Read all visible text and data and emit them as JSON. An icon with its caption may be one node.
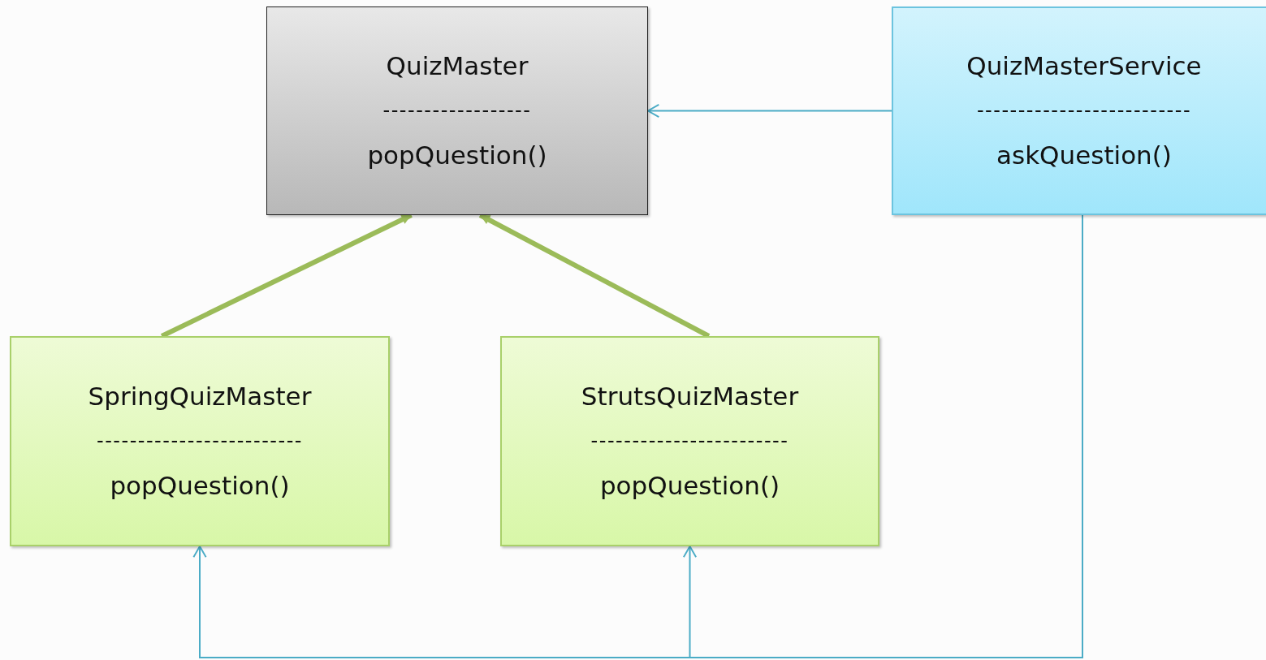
{
  "diagram": {
    "nodes": [
      {
        "text": [
          "QuizMaster",
          "------------------",
          "popQuestion()"
        ]
      },
      {
        "text": [
          "QuizMasterService",
          "--------------------------",
          "askQuestion()"
        ]
      },
      {
        "text": [
          "SpringQuizMaster",
          "-------------------------",
          "popQuestion()"
        ]
      },
      {
        "text": [
          "StrutsQuizMaster",
          "------------------------",
          "popQuestion()"
        ]
      }
    ],
    "edges": [
      {
        "from": 1,
        "to": 0,
        "arrow": "to"
      },
      {
        "from": 2,
        "to": 0,
        "arrow": "to",
        "style": "thick",
        "color": "#9bbb59"
      },
      {
        "from": 3,
        "to": 0,
        "arrow": "to",
        "style": "thick",
        "color": "#9bbb59"
      },
      {
        "from": 1,
        "to": 2,
        "arrow": "to"
      },
      {
        "from": 1,
        "to": 3,
        "arrow": "to"
      }
    ]
  }
}
